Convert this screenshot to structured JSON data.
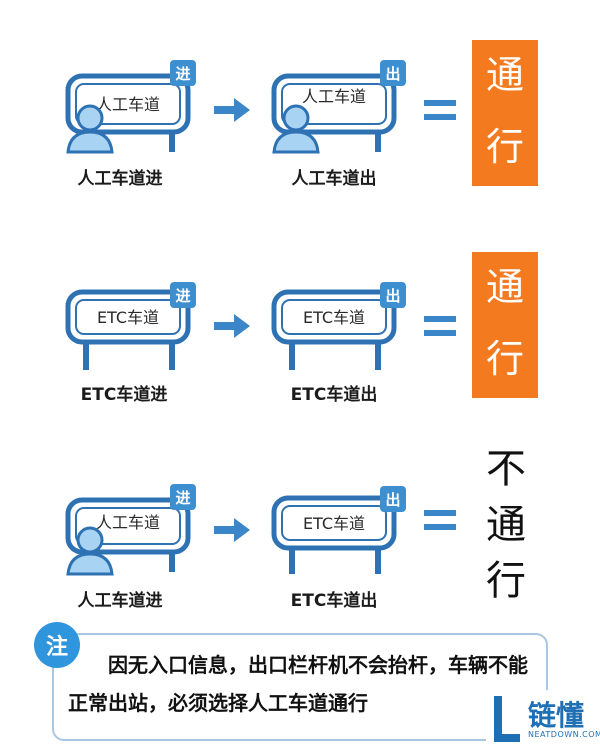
{
  "rows": [
    {
      "left": {
        "label": "人工车道",
        "badge": "进",
        "caption": "人工车道进",
        "person": true
      },
      "right": {
        "label": "人工车道",
        "badge": "出",
        "caption": "人工车道出",
        "person": true
      },
      "result": {
        "chars": [
          "通",
          "行"
        ],
        "style": "orange"
      }
    },
    {
      "left": {
        "label": "ETC车道",
        "badge": "进",
        "caption": "ETC车道进",
        "person": false
      },
      "right": {
        "label": "ETC车道",
        "badge": "出",
        "caption": "ETC车道出",
        "person": false
      },
      "result": {
        "chars": [
          "通",
          "行"
        ],
        "style": "orange"
      }
    },
    {
      "left": {
        "label": "人工车道",
        "badge": "进",
        "caption": "人工车道进",
        "person": true
      },
      "right": {
        "label": "ETC车道",
        "badge": "出",
        "caption": "ETC车道出",
        "person": false
      },
      "result": {
        "chars": [
          "不",
          "通",
          "行"
        ],
        "style": "plain"
      }
    }
  ],
  "note": {
    "badge": "注",
    "text": "因无入口信息，出口栏杆机不会抬杆，车辆不能正常出站，必须选择人工车道通行"
  },
  "logo": {
    "cn": "链懂",
    "en": "NEATDOWN.COM"
  },
  "colors": {
    "gate_blue": "#2e72b4",
    "badge_blue": "#3d8fd0",
    "arrow": "#3a86c8",
    "equals": "#3a86c8",
    "orange": "#f47a20"
  }
}
